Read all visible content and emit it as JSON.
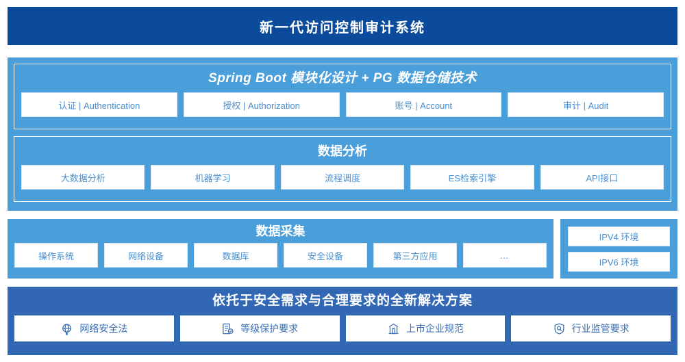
{
  "header": {
    "title": "新一代访问控制审计系统"
  },
  "platform": {
    "title": "Spring Boot 模块化设计 + PG 数据仓储技术",
    "items": [
      {
        "label": "认证 | Authentication"
      },
      {
        "label": "授权 | Authorization"
      },
      {
        "label": "账号 | Account"
      },
      {
        "label": "审计 | Audit"
      }
    ]
  },
  "analysis": {
    "title": "数据分析",
    "items": [
      {
        "label": "大数据分析"
      },
      {
        "label": "机器学习"
      },
      {
        "label": "流程调度"
      },
      {
        "label": "ES检索引擎"
      },
      {
        "label": "API接口"
      }
    ]
  },
  "collection": {
    "title": "数据采集",
    "items": [
      {
        "label": "操作系统"
      },
      {
        "label": "网络设备"
      },
      {
        "label": "数据库"
      },
      {
        "label": "安全设备"
      },
      {
        "label": "第三方应用"
      },
      {
        "label": "…"
      }
    ]
  },
  "ip_environment": {
    "items": [
      {
        "label": "IPV4 环境"
      },
      {
        "label": "IPV6 环境"
      }
    ]
  },
  "solution": {
    "title": "依托于安全需求与合理要求的全新解决方案",
    "items": [
      {
        "label": "网络安全法",
        "icon": "globe-icon"
      },
      {
        "label": "等级保护要求",
        "icon": "document-check-icon"
      },
      {
        "label": "上市企业规范",
        "icon": "bank-building-icon"
      },
      {
        "label": "行业监管要求",
        "icon": "shield-search-icon"
      }
    ]
  },
  "colors": {
    "header_bg": "#0c4b9b",
    "panel_bg": "#4a9eda",
    "solution_bg": "#3267b4",
    "chip_bg": "#ffffff",
    "chip_text": "#4a8fd0",
    "solution_chip_text": "#3a6fb5"
  }
}
